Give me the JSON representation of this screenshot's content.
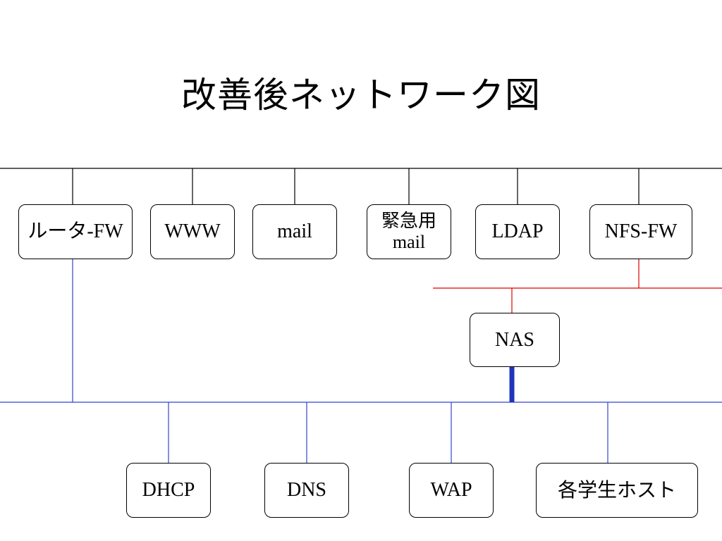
{
  "title": "改善後ネットワーク図",
  "colors": {
    "upper_network": "#000000",
    "storage_network": "#dd0000",
    "lower_network": "#3344cc",
    "nas_link": "#2233bb"
  },
  "nodes": {
    "router_fw": "ルータ-FW",
    "www": "WWW",
    "mail": "mail",
    "emergency_mail_line1": "緊急用",
    "emergency_mail_line2": "mail",
    "ldap": "LDAP",
    "nfs_fw": "NFS-FW",
    "nas": "NAS",
    "dhcp": "DHCP",
    "dns": "DNS",
    "wap": "WAP",
    "student_hosts": "各学生ホスト"
  }
}
